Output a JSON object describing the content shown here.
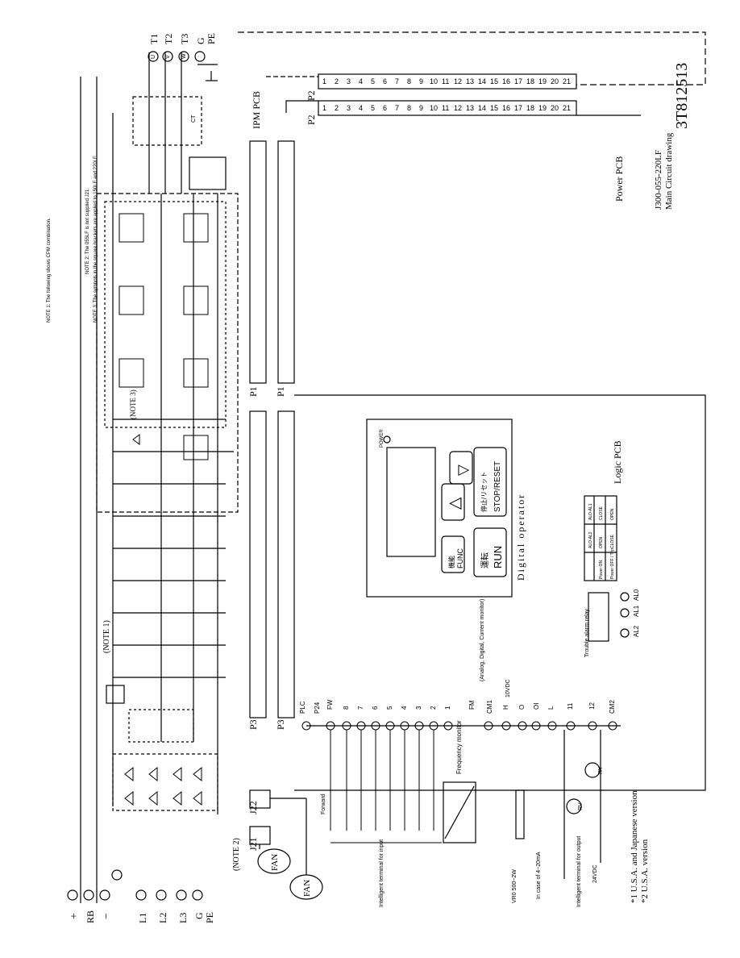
{
  "drawing": {
    "number": "3T812513",
    "model": "J300-055-220LF",
    "subtitle": "Main Circuit drawing"
  },
  "boards": {
    "power_pcb": "Power PCB",
    "ipm_pcb": "IPM PCB",
    "logic_pcb": "Logic PCB"
  },
  "connectors": {
    "p1": "P1",
    "p2": "P2",
    "p3": "P3",
    "j21": "J21",
    "j22": "J22"
  },
  "terminals_left": {
    "plus": "+",
    "rb": "RB",
    "minus": "−",
    "l1": "L1",
    "l2": "L2",
    "l3": "L3",
    "g": "G",
    "pe": "PE"
  },
  "terminals_right": {
    "t1": "T1",
    "t2": "T2",
    "t3": "T3",
    "g": "G",
    "pe": "PE",
    "u": "U",
    "v": "V",
    "w": "W",
    "note1": "*1"
  },
  "p3_terminals": [
    "PLC",
    "P24",
    "FW",
    "8",
    "7",
    "6",
    "5",
    "4",
    "3",
    "2",
    "1",
    "FM",
    "CM1",
    "H",
    "O",
    "OI",
    "L",
    "11",
    "12",
    "CM2"
  ],
  "alarm_terminals": [
    "AL2",
    "AL1",
    "AL0"
  ],
  "labels": {
    "note1_ref": "(NOTE 1)",
    "note2_ref": "(NOTE 2)",
    "note3_ref": "(NOTE 3)",
    "fan": "FAN",
    "forward": "Forward",
    "freq_monitor": "Frequency monitor",
    "analog_monitor": "(Analog, Digital, Current monitor)",
    "trouble_alarm": "Trouble alarm relay",
    "intelligent_input": "Intelligent terminal for input",
    "intelligent_output": "Intelligent terminal for output",
    "vr0": "VR0 500~2W",
    "in_case": "In case of 4~20mA",
    "v24": "24VDC",
    "v10": "10VDC",
    "rv": "RV",
    "ry": "RY",
    "ct": "CT",
    "usa_jp": "*1 U.S.A. and Japanese version",
    "usa": "*2 U.S.A. version",
    "digital_operator": "Digital operator",
    "power": "POWER",
    "func_cn": "機能",
    "func": "FUNC",
    "run_cn": "運転",
    "run": "RUN",
    "stop": "STOP/RESET",
    "stop_cn": "停止/リセット",
    "up": "△",
    "down": "▽"
  },
  "notes": {
    "note1": "NOTE 1: The following shows CPM combination.",
    "note2": "NOTE 2: The 055LF is not supplied J21.",
    "note3": "NOTE 3: The symbols in the square brackets are applied to 150LF and 220LF."
  },
  "relay_table": {
    "headers": [
      "ALO-AL1",
      "ALO-AL2"
    ],
    "rows": [
      [
        "Power ON",
        "CLOSE",
        "OPEN"
      ],
      [
        "Power OFF / Trip",
        "OPEN",
        "CLOSE"
      ]
    ]
  }
}
